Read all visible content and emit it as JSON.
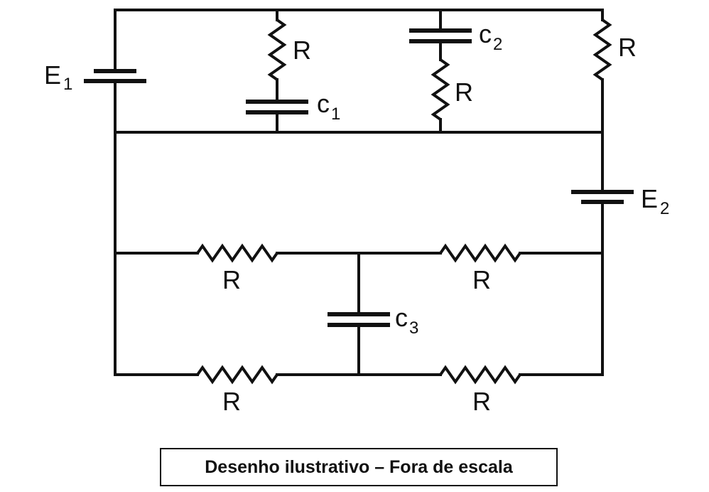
{
  "labels": {
    "resistor": "R",
    "e1": "E",
    "e1_sub": "1",
    "e2": "E",
    "e2_sub": "2",
    "c1": "c",
    "c1_sub": "1",
    "c2": "c",
    "c2_sub": "2",
    "c3": "c",
    "c3_sub": "3"
  },
  "caption": "Desenho ilustrativo – Fora de escala",
  "colors": {
    "ink": "#111111",
    "background": "#ffffff"
  }
}
